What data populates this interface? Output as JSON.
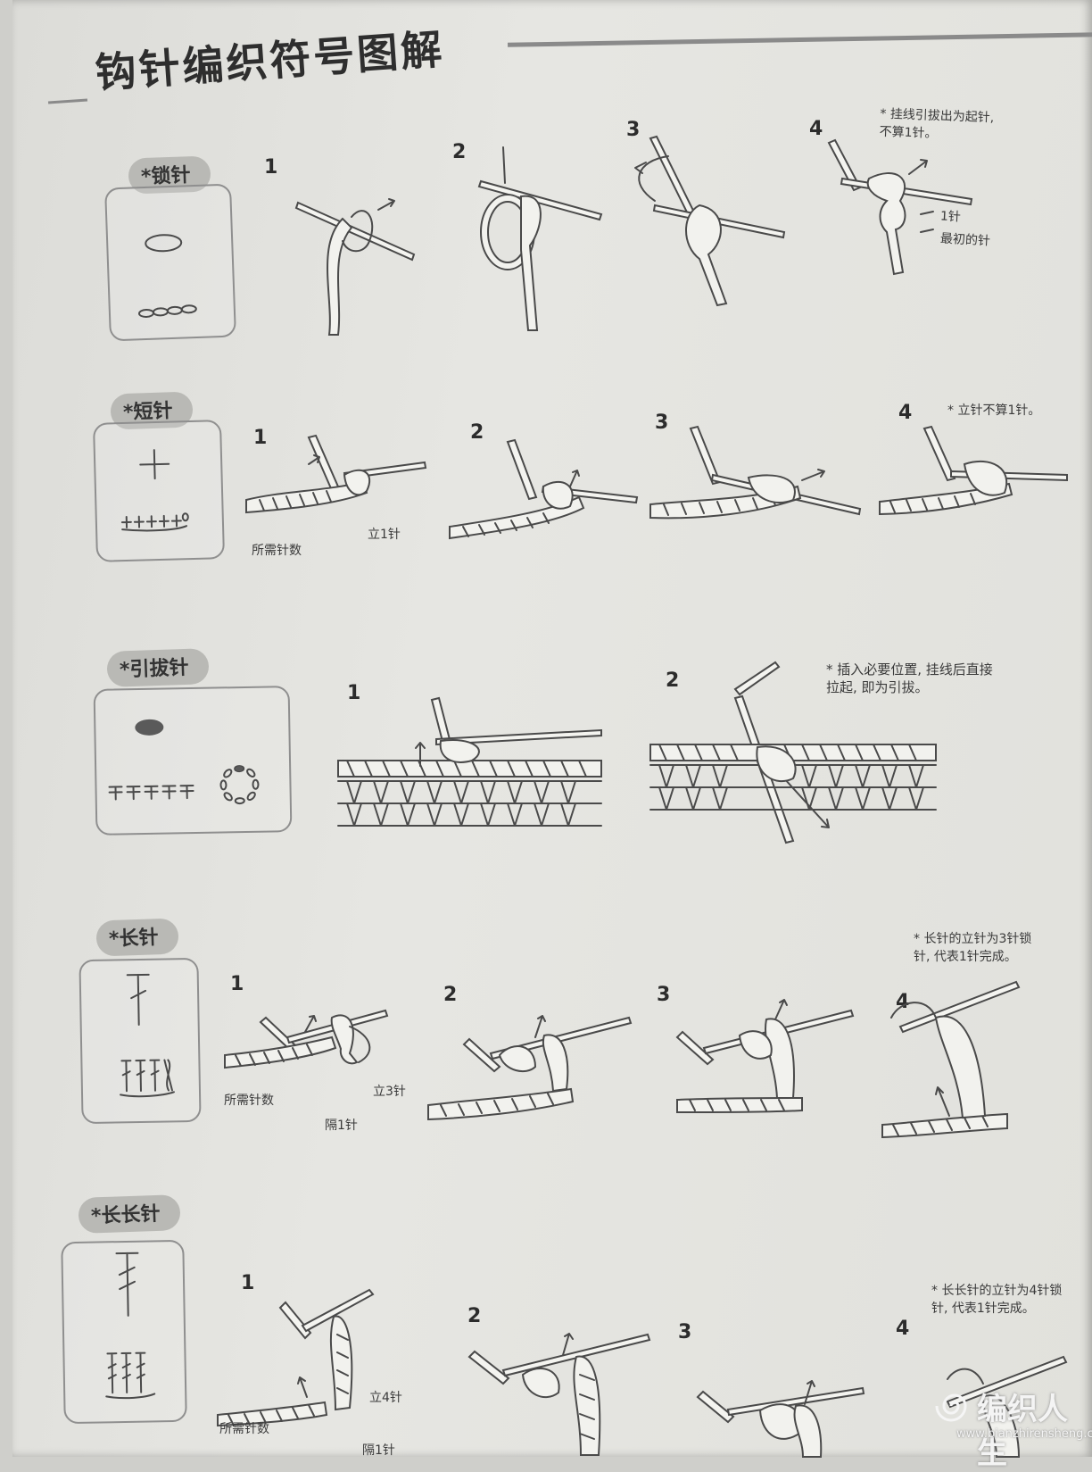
{
  "page": {
    "title": "钩针编织符号图解"
  },
  "sections": {
    "chain": {
      "name": "*锁针",
      "steps": [
        "1",
        "2",
        "3",
        "4"
      ],
      "note": [
        "* 挂线引拔出为起针,",
        "不算1针。"
      ],
      "labels": {
        "one_stitch": "1针",
        "first_stitch": "最初的针"
      }
    },
    "single": {
      "name": "*短针",
      "steps": [
        "1",
        "2",
        "3",
        "4"
      ],
      "note": [
        "* 立针不算1针。"
      ],
      "labels": {
        "standing": "立1针",
        "required": "所需针数"
      }
    },
    "slip": {
      "name": "*引拔针",
      "steps": [
        "1",
        "2"
      ],
      "note": [
        "* 插入必要位置, 挂线后直接",
        "拉起, 即为引拔。"
      ]
    },
    "double": {
      "name": "*长针",
      "steps": [
        "1",
        "2",
        "3",
        "4"
      ],
      "note": [
        "* 长针的立针为3针锁",
        "针, 代表1针完成。"
      ],
      "labels": {
        "required": "所需针数",
        "standing": "立3针",
        "skip": "隔1针"
      }
    },
    "treble": {
      "name": "*长长针",
      "steps": [
        "1",
        "2",
        "3",
        "4"
      ],
      "note": [
        "* 长长针的立针为4针锁",
        "针, 代表1针完成。"
      ],
      "labels": {
        "standing": "立4针",
        "required": "所需针数",
        "skip": "隔1针"
      }
    }
  },
  "watermark": {
    "name": "编织人生",
    "url": "www.bianzhirensheng.com"
  }
}
